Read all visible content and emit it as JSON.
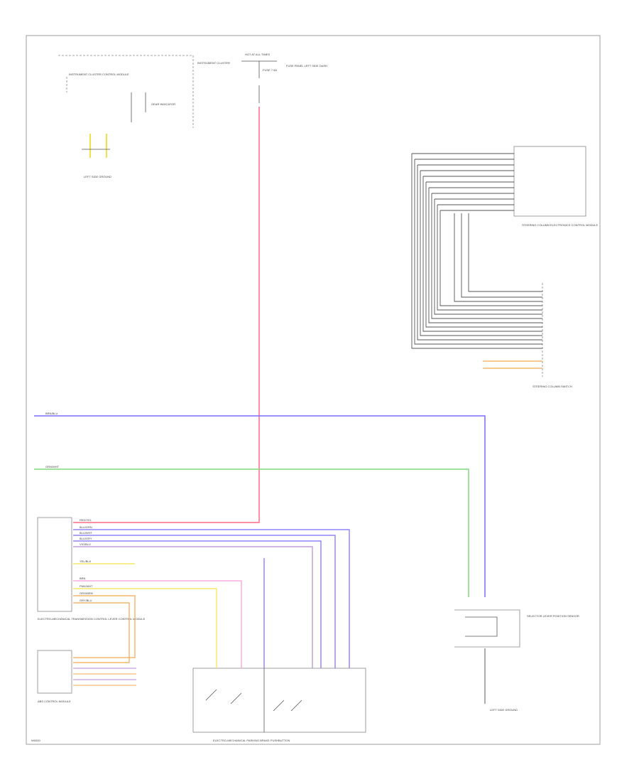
{
  "footer": {
    "code": "W0000"
  },
  "components": {
    "instrument_cluster": {
      "label": "INSTRUMENT CLUSTER CONTROL MODULE",
      "side_label": "INSTRUMENT CLUSTER",
      "warn_label": "GEAR INDICATOR"
    },
    "fuse_block": {
      "top_label": "HOT AT ALL TIMES",
      "fuse_label": "FUSE 7.5A",
      "side_label": "FUSE PANEL LEFT SIDE DASH"
    },
    "steering_module": {
      "label": "STEERING COLUMN ELECTRONICS CONTROL MODULE"
    },
    "steering_switch": {
      "label": "STEERING COLUMN SWITCH"
    },
    "tcm": {
      "label": "ELECTRO-MECHANICAL TRANSMISSION CONTROL LEVER CONTROL MODULE"
    },
    "abs": {
      "label": "ABS CONTROL MODULE"
    },
    "selector": {
      "label": "ELECTRO-MECHANICAL PARKING BRAKE PUSHBUTTON"
    },
    "sensor": {
      "label": "SELECTOR LEVER POSITION SENSOR"
    },
    "ground": {
      "label": "LEFT SIDE GROUND"
    }
  },
  "wire_labels": {
    "can_high": "BRN/BLU",
    "can_low": "GRN/WHT",
    "red": "RED/YEL",
    "blu1": "BLU/GRN",
    "blu2": "BLU/WHT",
    "blu3": "BLU/GRY",
    "vio": "VIO/BLU",
    "yel": "YEL/BLK",
    "brn": "BRN",
    "pnk": "PNK/WHT",
    "org": "ORG/BRN",
    "gry": "GRY/BLU"
  },
  "colors": {
    "red": "#ff6a84",
    "blue": "#7a6cff",
    "green": "#7fd97f",
    "purple": "#b08ad6",
    "yellow": "#f2e24a",
    "orange": "#f0a850",
    "pink": "#ff9ad6",
    "gray": "#777777"
  }
}
